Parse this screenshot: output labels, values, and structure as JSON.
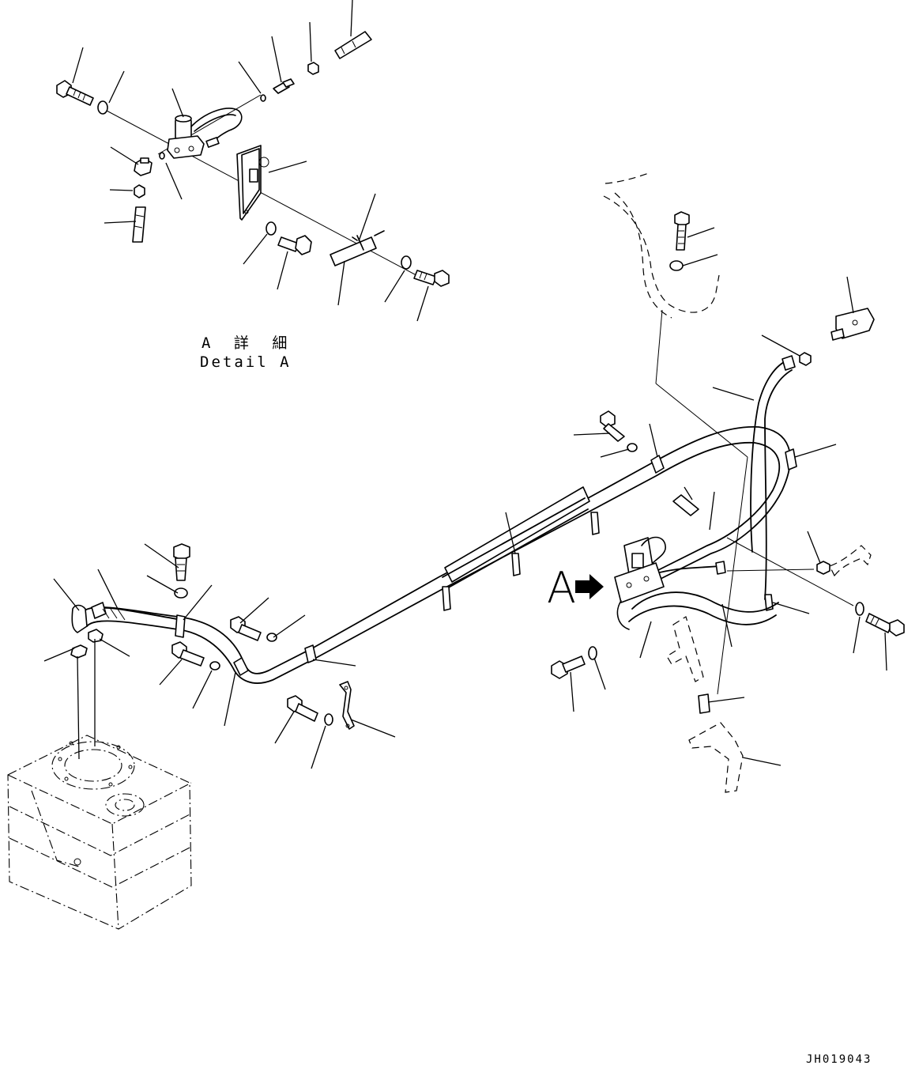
{
  "detail": {
    "title_jp": "A 詳 細",
    "title_en": "Detail A"
  },
  "view_marker": {
    "letter": "A",
    "arrow_icon": "arrow-right-icon"
  },
  "drawing_number": "JH019043"
}
